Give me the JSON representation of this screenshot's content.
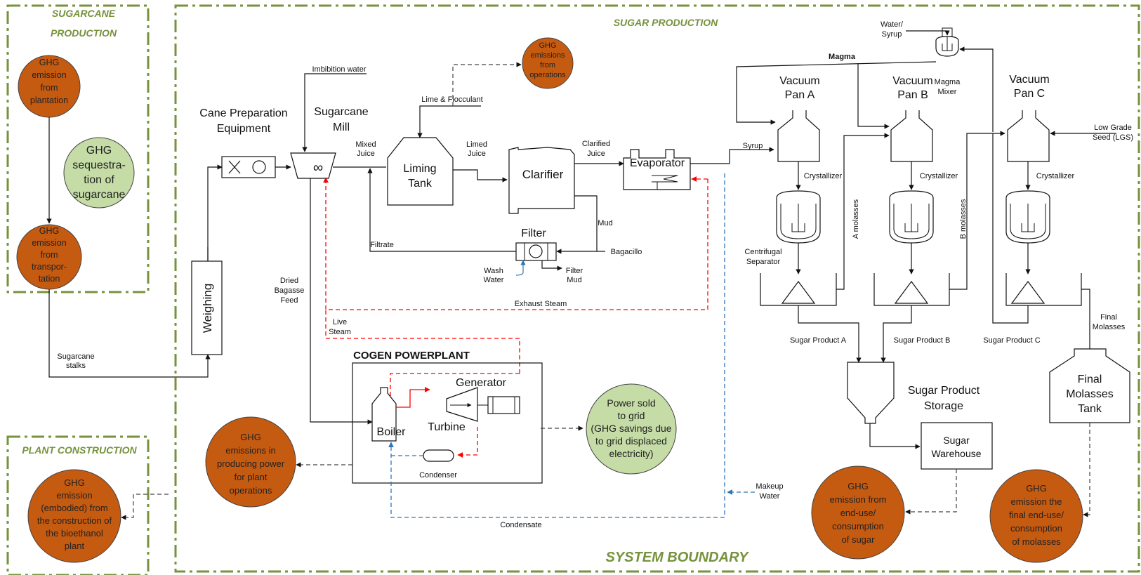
{
  "colors": {
    "boundary": "#76923c",
    "ghg_circle": "#c55a11",
    "green_circle": "#c5dca6",
    "steam": "#ff0000",
    "water": "#2e75b6"
  },
  "sections": {
    "sugarcane_production": [
      "SUGARCANE",
      "PRODUCTION"
    ],
    "sugar_production": "SUGAR PRODUCTION",
    "plant_construction": "PLANT CONSTRUCTION",
    "system_boundary": "SYSTEM BOUNDARY",
    "cogen": "COGEN POWERPLANT"
  },
  "circles": {
    "plantation": [
      "GHG",
      "emission",
      "from",
      "plantation"
    ],
    "transport": [
      "GHG",
      "emission",
      "from",
      "transpor-",
      "tation"
    ],
    "sequestration": [
      "GHG",
      "sequestra-",
      "tion of",
      "sugarcane"
    ],
    "operations": [
      "GHG",
      "emissions",
      "from",
      "operations"
    ],
    "power": [
      "GHG",
      "emissions in",
      "producing power",
      "for plant",
      "operations"
    ],
    "power_sold": [
      "Power sold",
      "to grid",
      "(GHG savings due",
      "to grid displaced",
      "electricity)"
    ],
    "construction": [
      "GHG",
      "emission",
      "(embodied) from",
      "the construction of",
      "the bioethanol",
      "plant"
    ],
    "sugar_use": [
      "GHG",
      "emission from",
      "end-use/",
      "consumption",
      "of sugar"
    ],
    "molasses_use": [
      "GHG",
      "emission the",
      "final end-use/",
      "consumption",
      "of molasses"
    ]
  },
  "equipment": {
    "cane_prep": [
      "Cane Preparation",
      "Equipment"
    ],
    "mill": [
      "Sugarcane",
      "Mill"
    ],
    "weighing": "Weighing",
    "liming_tank": [
      "Liming",
      "Tank"
    ],
    "clarifier": "Clarifier",
    "filter": "Filter",
    "evaporator": "Evaporator",
    "boiler": "Boiler",
    "turbine": "Turbine",
    "generator": "Generator",
    "condenser": "Condenser",
    "pan_a": [
      "Vacuum",
      "Pan A"
    ],
    "pan_b": [
      "Vacuum",
      "Pan B"
    ],
    "pan_c": [
      "Vacuum",
      "Pan C"
    ],
    "magma_mixer": [
      "Magma",
      "Mixer"
    ],
    "storage": [
      "Sugar Product",
      "Storage"
    ],
    "warehouse": [
      "Sugar",
      "Warehouse"
    ],
    "molasses_tank": [
      "Final",
      "Molasses",
      "Tank"
    ]
  },
  "flows": {
    "imbibition": "Imbibition water",
    "lime": "Lime & Flocculant",
    "mixed_juice": [
      "Mixed",
      "Juice"
    ],
    "limed_juice": [
      "Limed",
      "Juice"
    ],
    "clarified_juice": [
      "Clarified",
      "Juice"
    ],
    "syrup": "Syrup",
    "magma": "Magma",
    "water_syrup": [
      "Water/",
      "Syrup"
    ],
    "low_grade_seed": [
      "Low Grade",
      "Seed (LGS)"
    ],
    "mud": "Mud",
    "bagacillo": "Bagacillo",
    "filtrate": "Filtrate",
    "wash_water": [
      "Wash",
      "Water"
    ],
    "filter_mud": [
      "Filter",
      "Mud"
    ],
    "exhaust_steam": "Exhaust Steam",
    "dried_bagasse": [
      "Dried",
      "Bagasse",
      "Feed"
    ],
    "live_steam": [
      "Live",
      "Steam"
    ],
    "sugarcane_stalks": [
      "Sugarcane",
      "stalks"
    ],
    "condensate": "Condensate",
    "makeup_water": [
      "Makeup",
      "Water"
    ],
    "crystallizer": "Crystallizer",
    "centrifugal": [
      "Centrifugal",
      "Separator"
    ],
    "a_molasses": "A molasses",
    "b_molasses": "B molasses",
    "sugar_a": "Sugar Product A",
    "sugar_b": "Sugar Product B",
    "sugar_c": "Sugar Product C",
    "final_molasses": [
      "Final",
      "Molasses"
    ]
  }
}
